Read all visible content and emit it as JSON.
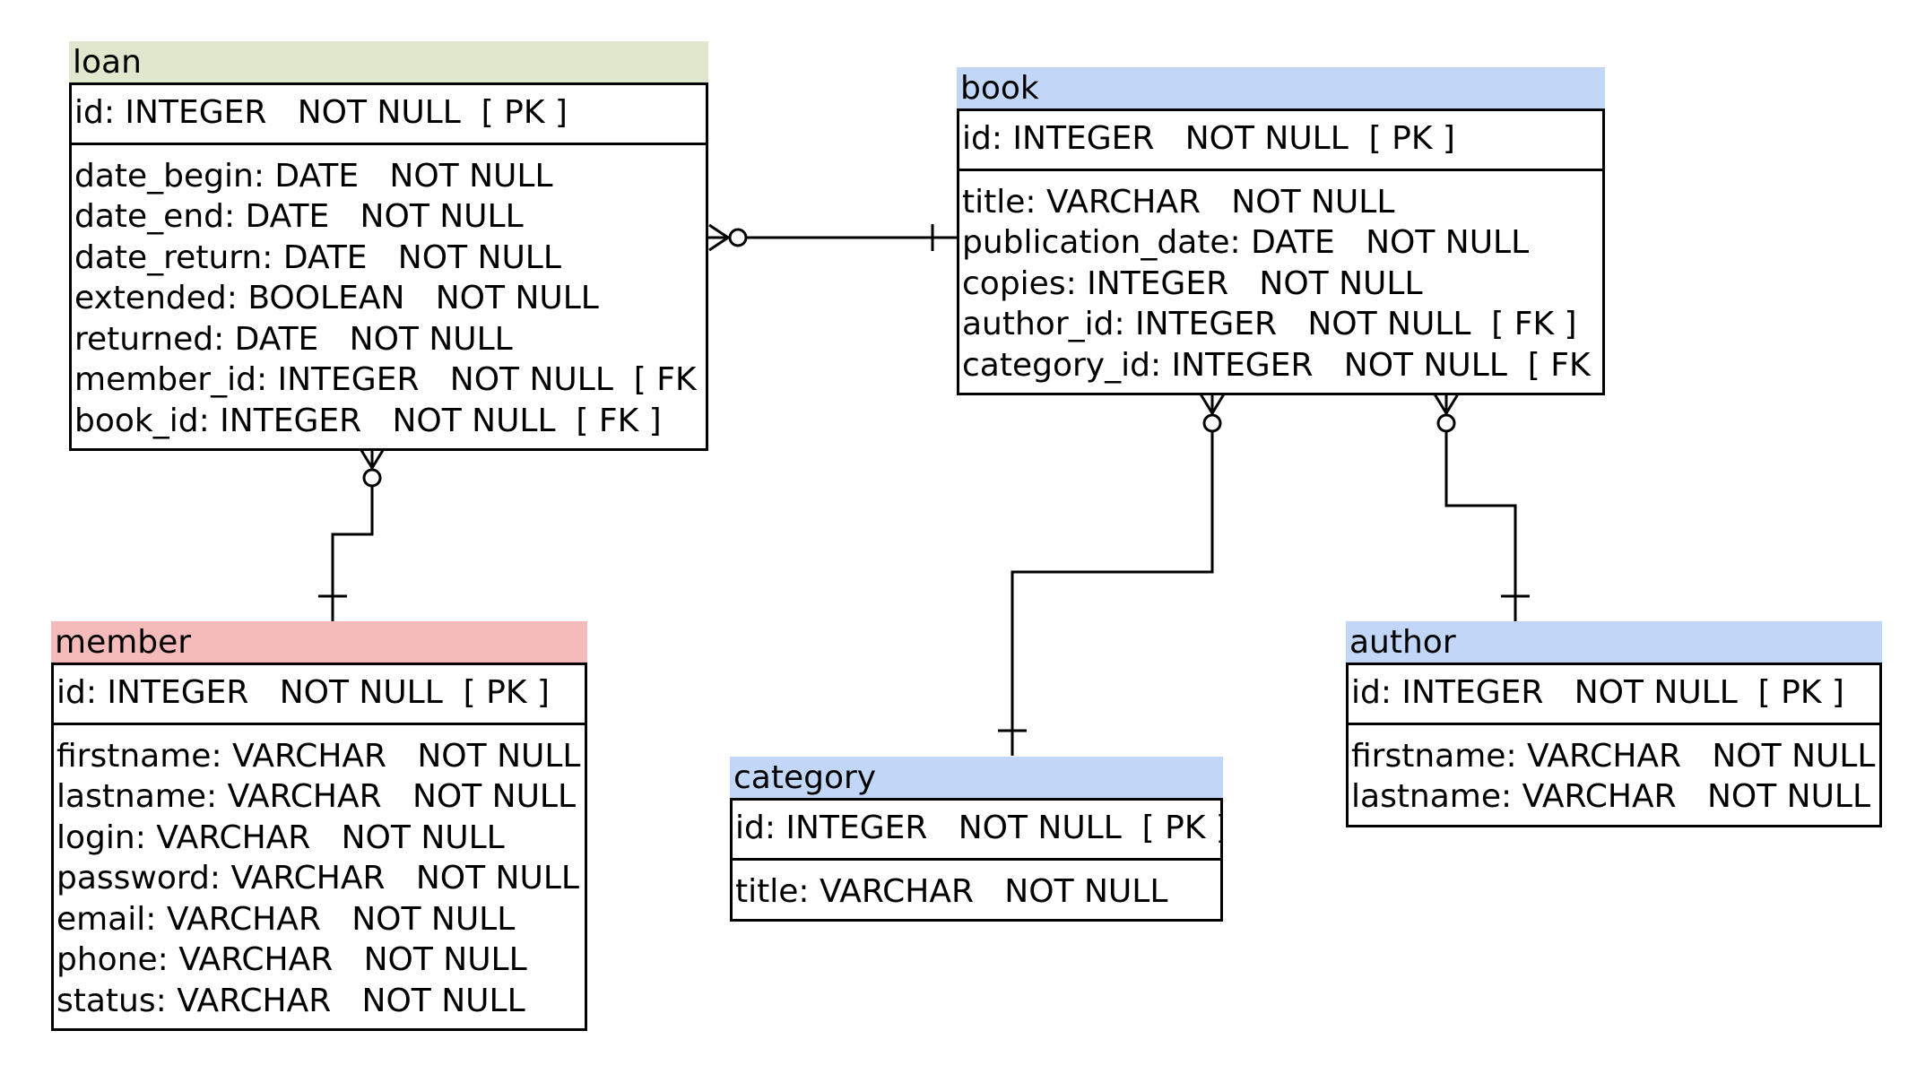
{
  "colors": {
    "loan_header": "#dfe8cc",
    "book_header": "#c2d6f7",
    "member_header": "#f5bbbb",
    "category_header": "#c2d6f7",
    "author_header": "#c2d6f7",
    "line": "#000000"
  },
  "entities": {
    "loan": {
      "name": "loan",
      "pk": "id: INTEGER   NOT NULL  [ PK ]",
      "attrs": [
        "date_begin: DATE   NOT NULL",
        "date_end: DATE   NOT NULL",
        "date_return: DATE   NOT NULL",
        "extended: BOOLEAN   NOT NULL",
        "returned: DATE   NOT NULL",
        "member_id: INTEGER   NOT NULL  [ FK ]",
        "book_id: INTEGER   NOT NULL  [ FK ]"
      ]
    },
    "book": {
      "name": "book",
      "pk": "id: INTEGER   NOT NULL  [ PK ]",
      "attrs": [
        "title: VARCHAR   NOT NULL",
        "publication_date: DATE   NOT NULL",
        "copies: INTEGER   NOT NULL",
        "author_id: INTEGER   NOT NULL  [ FK ]",
        "category_id: INTEGER   NOT NULL  [ FK ]"
      ]
    },
    "member": {
      "name": "member",
      "pk": "id: INTEGER   NOT NULL  [ PK ]",
      "attrs": [
        "firstname: VARCHAR   NOT NULL",
        "lastname: VARCHAR   NOT NULL",
        "login: VARCHAR   NOT NULL",
        "password: VARCHAR   NOT NULL",
        "email: VARCHAR   NOT NULL",
        "phone: VARCHAR   NOT NULL",
        "status: VARCHAR   NOT NULL"
      ]
    },
    "category": {
      "name": "category",
      "pk": "id: INTEGER   NOT NULL  [ PK ]",
      "attrs": [
        "title: VARCHAR   NOT NULL"
      ]
    },
    "author": {
      "name": "author",
      "pk": "id: INTEGER   NOT NULL  [ PK ]",
      "attrs": [
        "firstname: VARCHAR   NOT NULL",
        "lastname: VARCHAR   NOT NULL"
      ]
    }
  },
  "relationships": [
    {
      "from": "book",
      "from_card": "one",
      "to": "loan",
      "to_card": "zero-or-many"
    },
    {
      "from": "member",
      "from_card": "one",
      "to": "loan",
      "to_card": "zero-or-many"
    },
    {
      "from": "category",
      "from_card": "one",
      "to": "book",
      "to_card": "zero-or-many"
    },
    {
      "from": "author",
      "from_card": "one",
      "to": "book",
      "to_card": "zero-or-many"
    }
  ]
}
